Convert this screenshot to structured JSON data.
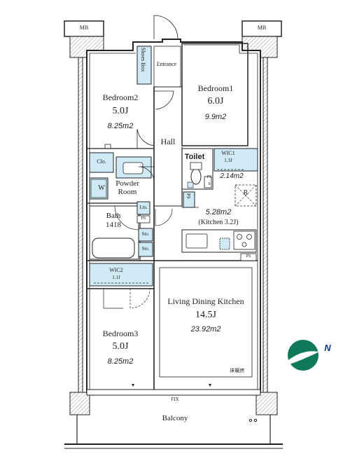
{
  "labels": {
    "mb_left": "MB",
    "mb_right": "MB",
    "shoes_box": "Shoes Box",
    "entrance": "Entrance",
    "bedroom1": "Bedroom1",
    "bedroom1_size": "6.0J",
    "bedroom1_area": "9.9m2",
    "bedroom2": "Bedroom2",
    "bedroom2_size": "5.0J",
    "bedroom2_area": "8.25m2",
    "hall": "Hall",
    "toilet": "Toilet",
    "wic1": "WIC1",
    "wic1_size": "1.3J",
    "wic1_area": "2.14m2",
    "clo": "Clo.",
    "w": "W",
    "powder_room": "Powder",
    "powder_room2": "Room",
    "ps1": "PS",
    "s": "S",
    "r": "R",
    "bath": "Bath",
    "bath_size": "1418",
    "lin": "Lin.",
    "ps2": "PS",
    "sto1": "Sto.",
    "sto2": "Sto.",
    "ps3": "PS",
    "kitchen_area": "5.28m2",
    "kitchen_size": "(Kitchen 3.2J)",
    "ps4": "PS",
    "wic2": "WIC2",
    "wic2_size": "1.1J",
    "ldk": "Living Dining Kitchen",
    "ldk_size": "14.5J",
    "ldk_area": "23.92m2",
    "floor_heating": "床暖房",
    "bedroom3": "Bedroom3",
    "bedroom3_size": "5.0J",
    "bedroom3_area": "8.25m2",
    "fix": "FIX",
    "balcony": "Balcony",
    "north": "N"
  },
  "colors": {
    "wall": "#222222",
    "storage": "#cfe9f5",
    "compass": "#0e7a5a"
  }
}
